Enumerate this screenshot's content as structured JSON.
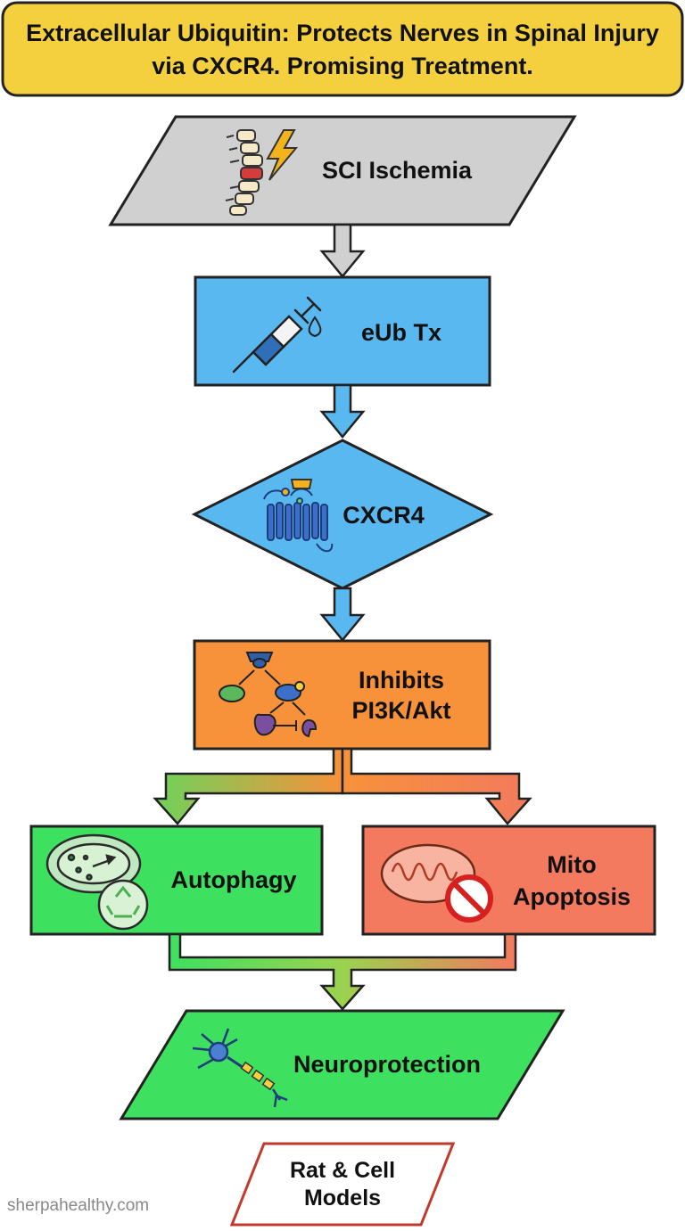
{
  "title": "Extracellular Ubiquitin: Protects Nerves in Spinal Injury via CXCR4. Promising Treatment.",
  "nodes": {
    "sci_ischemia": "SCI Ischemia",
    "eub_tx": "eUb Tx",
    "cxcr4": "CXCR4",
    "inhibits": "Inhibits\nPI3K/Akt",
    "autophagy": "Autophagy",
    "mito_apoptosis": "Mito\nApoptosis",
    "neuroprotection": "Neuroprotection",
    "models": "Rat & Cell\nModels"
  },
  "watermark": "sherpahealthy.com",
  "colors": {
    "title_fill": "#f4d03f",
    "grey": "#d0d0d0",
    "blue": "#5ab8f0",
    "orange": "#f7923a",
    "green": "#3ee060",
    "red": "#f37a5e",
    "models_border": "#c0392b"
  },
  "icons": [
    "spine-icon",
    "lightning-icon",
    "syringe-icon",
    "droplet-icon",
    "receptor-icon",
    "pathway-icon",
    "cell-icon",
    "recycle-icon",
    "mitochondria-icon",
    "no-sign-icon",
    "neuron-icon"
  ]
}
